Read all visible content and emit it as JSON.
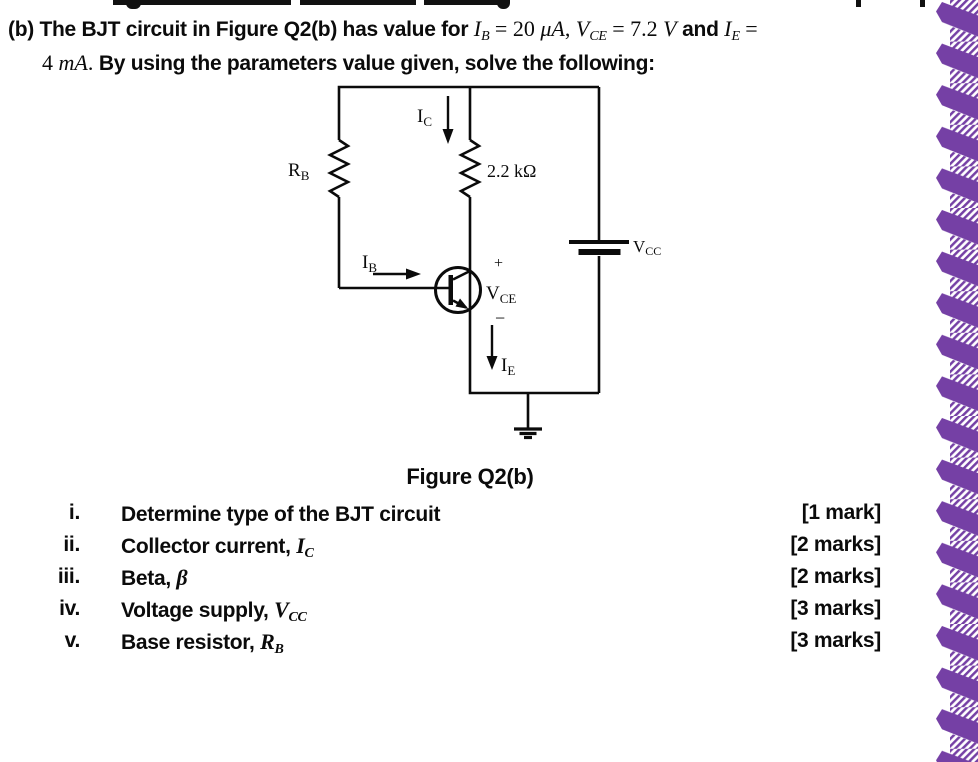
{
  "decor": {
    "purple": "#7540A5"
  },
  "question": {
    "label": "(b)",
    "line1": {
      "lead": "The BJT circuit in Figure Q2(b) has value for",
      "m1": "I",
      "m1s": "B",
      "eq1": "= 20",
      "u1": "μA",
      "comma": ",",
      "m2": "V",
      "m2s": "CE",
      "eq2": "= 7.2",
      "u2": "V",
      "and": "and",
      "m3": "I",
      "m3s": "E",
      "eq3": "="
    },
    "line2": {
      "num": "4",
      "unit": "mA",
      "period": ".",
      "rest": "By using the parameters value given, solve the following:"
    }
  },
  "figure": {
    "caption": "Figure Q2(b)",
    "circuit": {
      "ic": {
        "main": "I",
        "sub": "C"
      },
      "rb": {
        "main": "R",
        "sub": "B"
      },
      "rc_value": "2.2 kΩ",
      "ib": {
        "main": "I",
        "sub": "B"
      },
      "plus": "+",
      "vce": {
        "main": "V",
        "sub": "CE"
      },
      "minus": "−",
      "ie": {
        "main": "I",
        "sub": "E"
      },
      "vcc": {
        "main": "V",
        "sub": "CC"
      }
    }
  },
  "tasks": {
    "items": [
      {
        "num": "i.",
        "text": "Determine type of the BJT circuit",
        "math": "",
        "sub": "",
        "marks": "[1 mark]"
      },
      {
        "num": "ii.",
        "text": "Collector current,",
        "math": "I",
        "sub": "C",
        "marks": "[2 marks]"
      },
      {
        "num": "iii.",
        "text": "Beta,",
        "math": "β",
        "sub": "",
        "marks": "[2 marks]"
      },
      {
        "num": "iv.",
        "text": "Voltage supply,",
        "math": "V",
        "sub": "CC",
        "marks": "[3 marks]"
      },
      {
        "num": "v.",
        "text": "Base resistor,",
        "math": "R",
        "sub": "B",
        "marks": "[3 marks]"
      }
    ]
  }
}
